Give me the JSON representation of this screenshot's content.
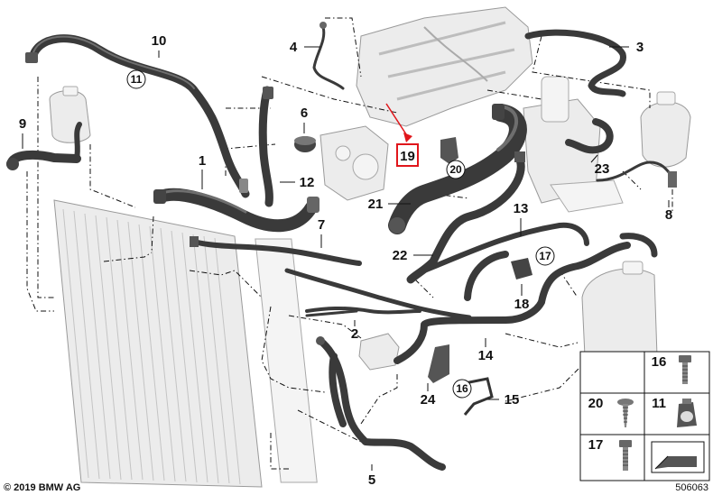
{
  "callouts": [
    {
      "id": "c1",
      "text": "1"
    },
    {
      "id": "c2",
      "text": "2"
    },
    {
      "id": "c3",
      "text": "3"
    },
    {
      "id": "c4",
      "text": "4"
    },
    {
      "id": "c5",
      "text": "5"
    },
    {
      "id": "c6",
      "text": "6"
    },
    {
      "id": "c7",
      "text": "7"
    },
    {
      "id": "c8",
      "text": "8"
    },
    {
      "id": "c9",
      "text": "9"
    },
    {
      "id": "c10",
      "text": "10"
    },
    {
      "id": "c12",
      "text": "12"
    },
    {
      "id": "c13",
      "text": "13"
    },
    {
      "id": "c14",
      "text": "14"
    },
    {
      "id": "c15",
      "text": "15"
    },
    {
      "id": "c18",
      "text": "18"
    },
    {
      "id": "c21",
      "text": "21"
    },
    {
      "id": "c22",
      "text": "22"
    },
    {
      "id": "c23",
      "text": "23"
    },
    {
      "id": "c24",
      "text": "24"
    }
  ],
  "circled": [
    {
      "id": "r11",
      "text": "11"
    },
    {
      "id": "r20",
      "text": "20"
    },
    {
      "id": "r17",
      "text": "17"
    },
    {
      "id": "r16",
      "text": "16"
    }
  ],
  "highlight": {
    "text": "19",
    "color": "#e0161b"
  },
  "legend": {
    "items": [
      "16",
      "20",
      "11",
      "17"
    ]
  },
  "footer": {
    "copyright": "© 2019 BMW AG",
    "image_number": "506063"
  }
}
